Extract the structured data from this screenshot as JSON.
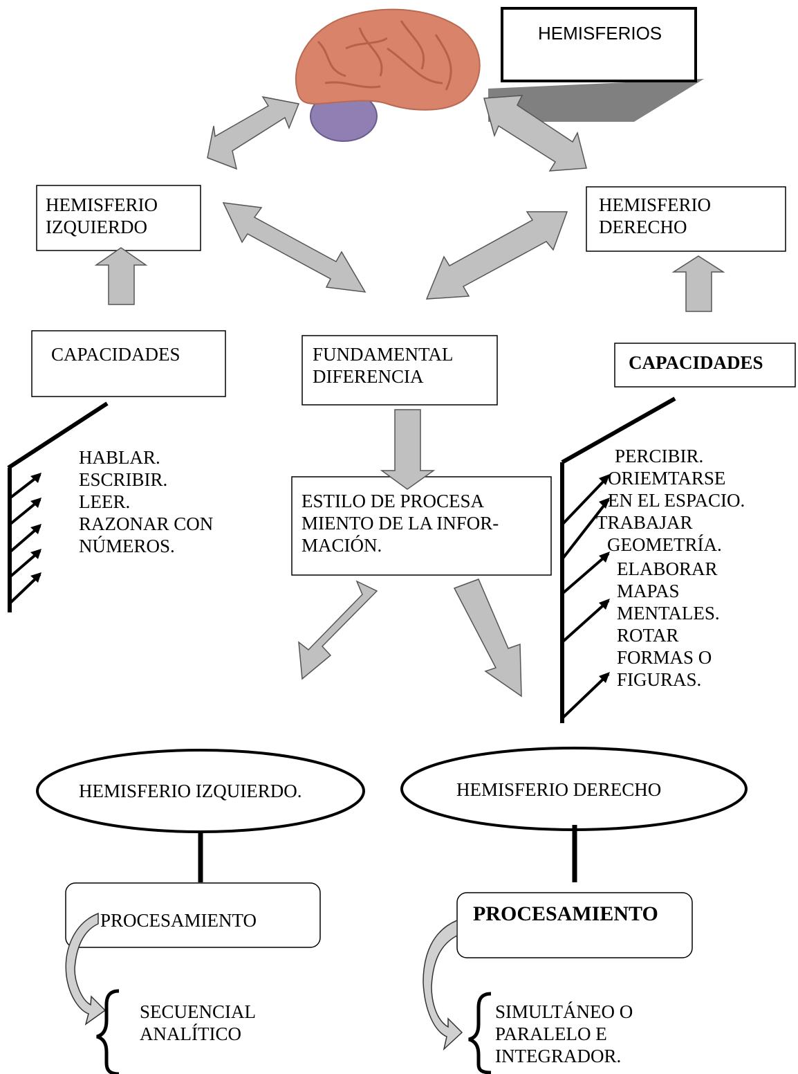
{
  "title": "HEMISFERIOS",
  "left_box": "HEMISFERIO\nIZQUIERDO",
  "right_box": "HEMISFERIO\nDERECHO",
  "left_capacidades": "CAPACIDADES",
  "right_capacidades": "CAPACIDADES",
  "center_box": "FUNDAMENTAL\nDIFERENCIA",
  "style_box": "ESTILO DE PROCESA\nMIENTO DE LA INFOR-\nMACIÓN.",
  "left_abilities": [
    "HABLAR.",
    "ESCRIBIR.",
    "LEER.",
    "RAZONAR CON",
    "NÚMEROS."
  ],
  "right_abilities": [
    "PERCIBIR.",
    "ORIEMTARSE",
    "EN EL ESPACIO.",
    "TRABAJAR",
    "GEOMETRÍA.",
    "ELABORAR",
    "MAPAS",
    "MENTALES.",
    "ROTAR",
    "FORMAS O",
    "FIGURAS."
  ],
  "left_ellipse": "HEMISFERIO IZQUIERDO.",
  "right_ellipse": "HEMISFERIO   DERECHO",
  "left_processing": "PROCESAMIENTO",
  "right_processing": "PROCESAMIENTO",
  "left_result": "SECUENCIAL\nANALÍTICO",
  "right_result": "SIMULTÁNEO O\nPARALELO E\nINTEGRADOR.",
  "colors": {
    "arrow_fill": "#c0c0c0",
    "brain": "#d8836a",
    "cerebellum": "#8f7fb3",
    "shadow": "#808080"
  },
  "icons": [
    "brain-image",
    "double-arrow",
    "block-arrow",
    "bracket"
  ]
}
